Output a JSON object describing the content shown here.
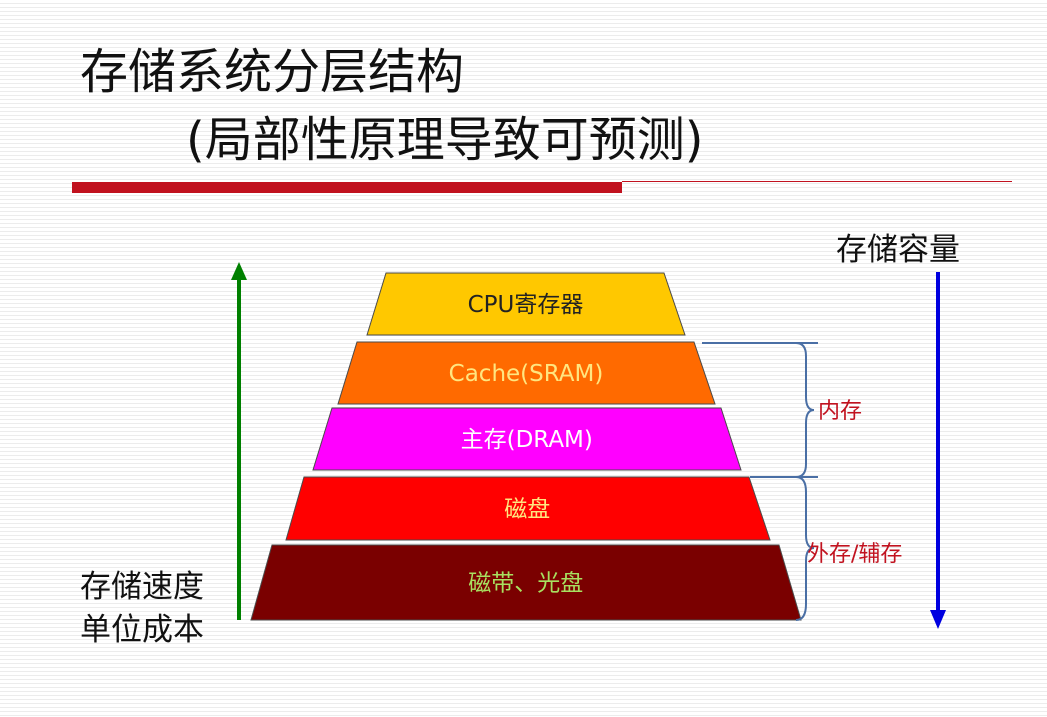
{
  "title": {
    "line1": "存储系统分层结构",
    "line2": "(局部性原理导致可预测)"
  },
  "pyramid": [
    {
      "label": "CPU寄存器",
      "fill": "#ffc800",
      "text_color": "#222222"
    },
    {
      "label": "Cache(SRAM)",
      "fill": "#ff6a00",
      "text_color": "#ffe680"
    },
    {
      "label": "主存(DRAM)",
      "fill": "#ff00ff",
      "text_color": "#ffffff"
    },
    {
      "label": "磁盘",
      "fill": "#ff0000",
      "text_color": "#ffe680"
    },
    {
      "label": "磁带、光盘",
      "fill": "#7a0000",
      "text_color": "#a8e060"
    }
  ],
  "labels": {
    "capacity": "存储容量",
    "speed": "存储速度",
    "cost": "单位成本",
    "main_memory": "内存",
    "external_storage": "外存/辅存"
  },
  "colors": {
    "title_rule": "#c1121f",
    "speed_arrow": "#008000",
    "capacity_arrow": "#0000e0",
    "brace": "#4a6fa5",
    "annotation_text": "#c1121f"
  },
  "icons": {
    "speed_arrow": "arrow-up-icon",
    "capacity_arrow": "arrow-down-icon",
    "main_memory_brace": "right-brace-icon",
    "external_storage_brace": "right-brace-icon"
  }
}
